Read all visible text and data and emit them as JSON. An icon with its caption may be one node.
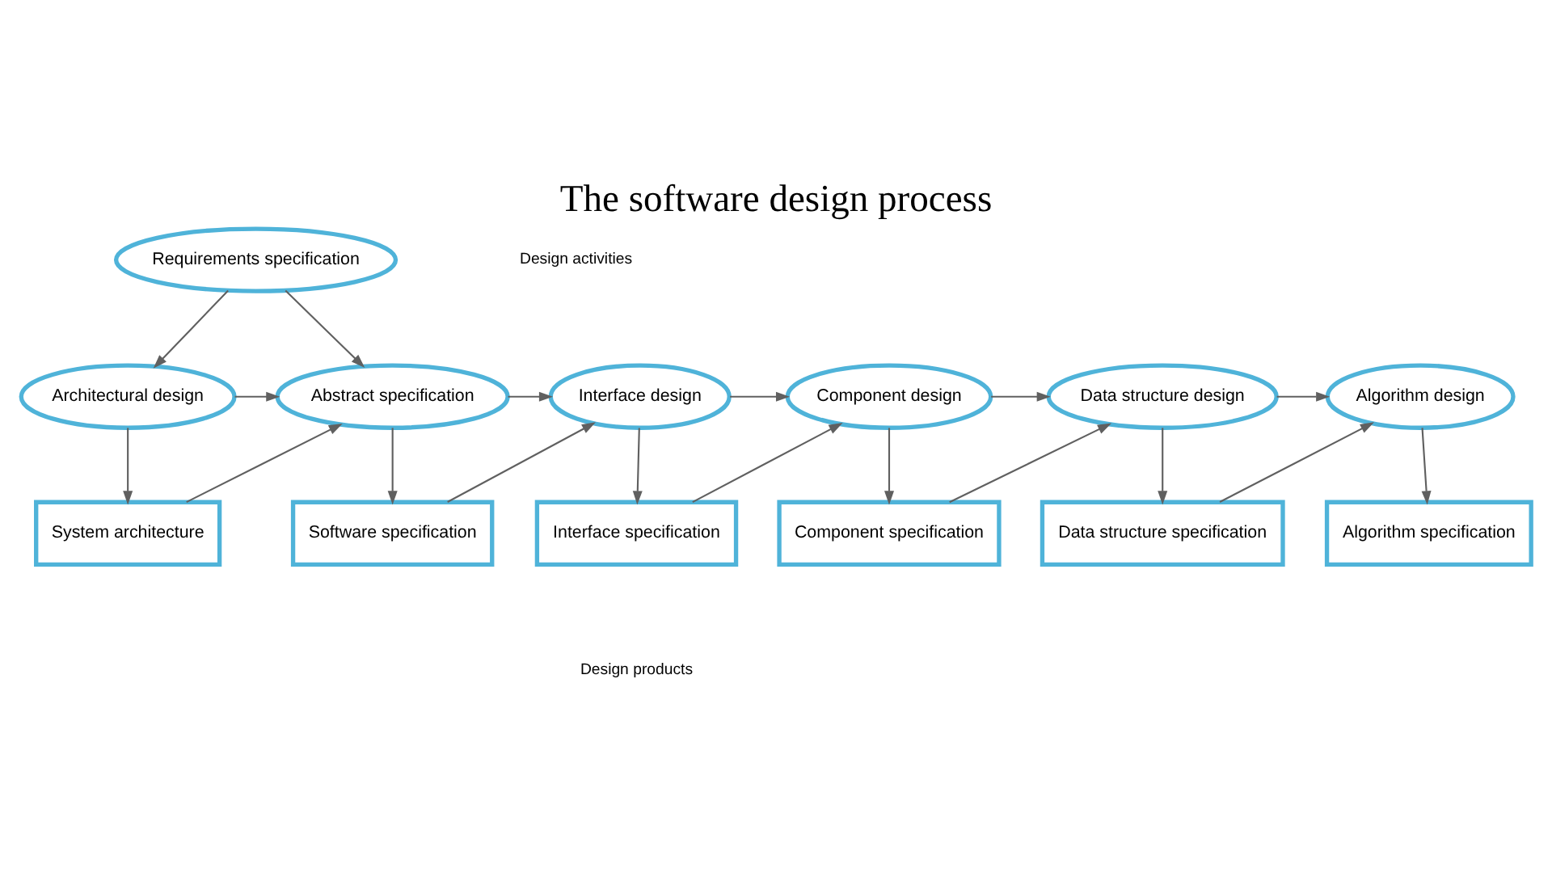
{
  "diagram": {
    "title": "The software design process",
    "nodes": [
      {
        "text": [
          "Requirements specification"
        ]
      },
      {
        "text": [
          "Architectural design"
        ]
      },
      {
        "text": [
          "Abstract specification"
        ]
      },
      {
        "text": [
          "Interface design"
        ]
      },
      {
        "text": [
          "Component design"
        ]
      },
      {
        "text": [
          "Data structure design"
        ]
      },
      {
        "text": [
          "Algorithm design"
        ]
      },
      {
        "text": [
          "System architecture"
        ]
      },
      {
        "text": [
          "Software specification"
        ]
      },
      {
        "text": [
          "Interface specification"
        ]
      },
      {
        "text": [
          "Component specification"
        ]
      },
      {
        "text": [
          "Data structure specification"
        ]
      },
      {
        "text": [
          "Algorithm specification"
        ]
      }
    ],
    "edges": [
      {
        "from": 0,
        "to": 1,
        "arrow": "to"
      },
      {
        "from": 0,
        "to": 2,
        "arrow": "to"
      },
      {
        "from": 1,
        "to": 2,
        "arrow": "to"
      },
      {
        "from": 2,
        "to": 3,
        "arrow": "to"
      },
      {
        "from": 3,
        "to": 4,
        "arrow": "to"
      },
      {
        "from": 4,
        "to": 5,
        "arrow": "to"
      },
      {
        "from": 5,
        "to": 6,
        "arrow": "to"
      },
      {
        "from": 1,
        "to": 7,
        "arrow": "to"
      },
      {
        "from": 7,
        "to": 2,
        "arrow": "to"
      },
      {
        "from": 2,
        "to": 8,
        "arrow": "to"
      },
      {
        "from": 8,
        "to": 3,
        "arrow": "to"
      },
      {
        "from": 3,
        "to": 9,
        "arrow": "to"
      },
      {
        "from": 9,
        "to": 4,
        "arrow": "to"
      },
      {
        "from": 4,
        "to": 10,
        "arrow": "to"
      },
      {
        "from": 10,
        "to": 5,
        "arrow": "to"
      },
      {
        "from": 5,
        "to": 11,
        "arrow": "to"
      },
      {
        "from": 11,
        "to": 6,
        "arrow": "to"
      },
      {
        "from": 6,
        "to": 12,
        "arrow": "to"
      }
    ],
    "labels": [
      "Design activities",
      "Design products"
    ]
  }
}
